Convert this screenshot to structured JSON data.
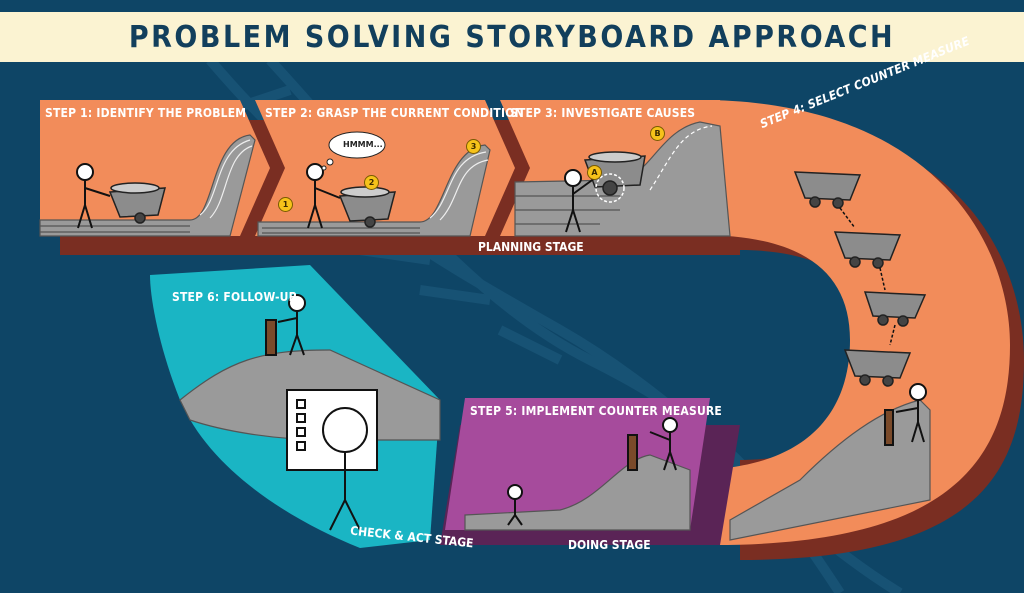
{
  "title": "PROBLEM SOLVING STORYBOARD APPROACH",
  "steps": [
    {
      "label": "STEP 1: IDENTIFY THE PROBLEM"
    },
    {
      "label": "STEP 2: GRASP THE CURRENT CONDITION"
    },
    {
      "label": "STEP 3: INVESTIGATE CAUSES"
    },
    {
      "label": "STEP 4: SELECT COUNTER MEASURE"
    },
    {
      "label": "STEP 5: IMPLEMENT COUNTER MEASURE"
    },
    {
      "label": "STEP 6: FOLLOW-UP"
    }
  ],
  "stages": {
    "planning": "PLANNING STAGE",
    "doing": "DOING STAGE",
    "check_act": "CHECK & ACT STAGE"
  },
  "thought_bubble": "HMMM...",
  "markers": [
    "1",
    "2",
    "3",
    "A",
    "B"
  ],
  "colors": {
    "background": "#0e4566",
    "title_banner": "#fbf3d2",
    "title_text": "#123f5c",
    "planning_orange": "#f28c5a",
    "planning_shadow": "#7a2e22",
    "doing_purple": "#a64b9c",
    "check_teal": "#1ab5c4",
    "track_gray": "#9a9a9a",
    "marker_yellow": "#f6c21a"
  }
}
